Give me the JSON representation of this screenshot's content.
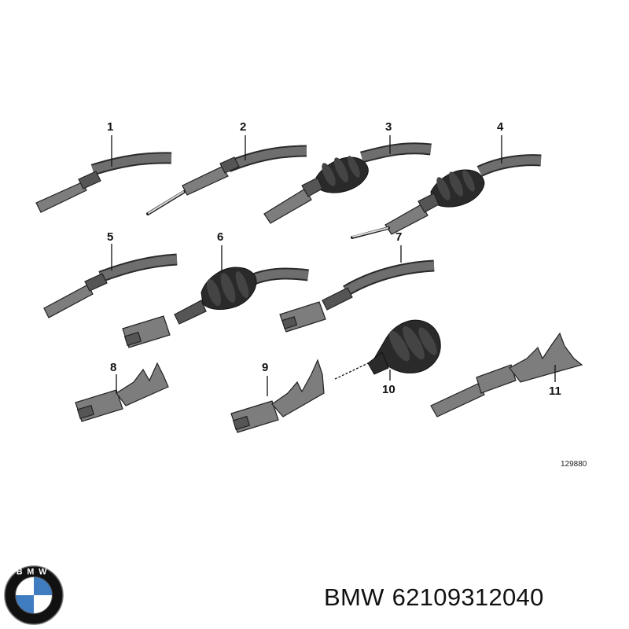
{
  "diagram": {
    "callouts": [
      "1",
      "2",
      "3",
      "4",
      "5",
      "6",
      "7",
      "8",
      "9",
      "10",
      "11"
    ],
    "reference_number": "129880"
  },
  "caption": {
    "brand": "BMW",
    "part_number": "62109312040"
  },
  "logo": {
    "letters": "BMW",
    "colors": {
      "ring": "#111111",
      "blue": "#3f7cc0",
      "white": "#ffffff"
    }
  }
}
